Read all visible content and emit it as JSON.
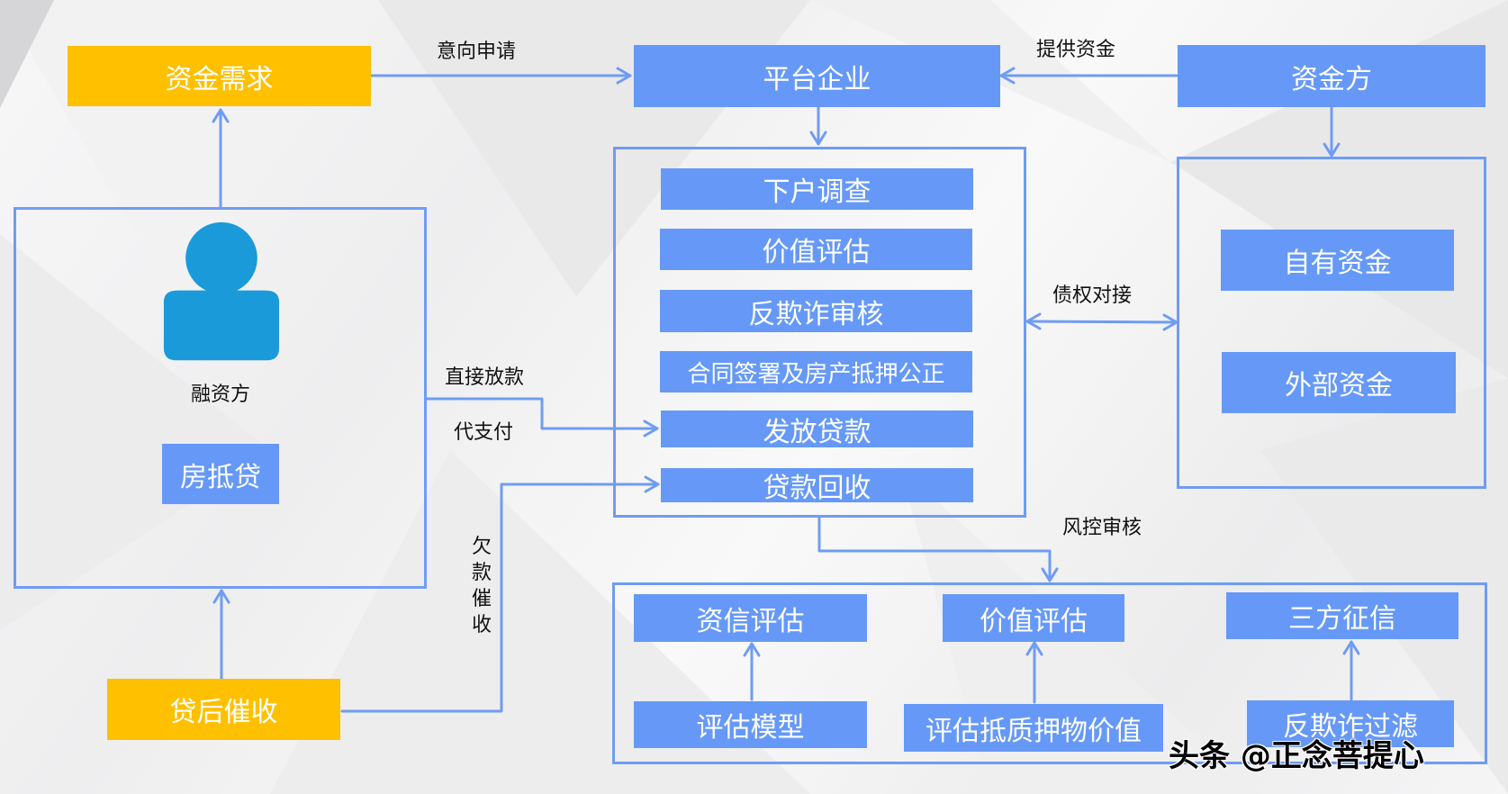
{
  "nodes": {
    "fund_demand": "资金需求",
    "platform": "平台企业",
    "funder": "资金方",
    "borrower_label": "融资方",
    "mortgage_loan": "房抵贷",
    "post_loan_collection": "贷后催收"
  },
  "platform_steps": [
    "下户调查",
    "价值评估",
    "反欺诈审核",
    "合同签署及房产抵押公正",
    "发放贷款",
    "贷款回收"
  ],
  "fund_sources": [
    "自有资金",
    "外部资金"
  ],
  "risk_control": {
    "top": [
      "资信评估",
      "价值评估",
      "三方征信"
    ],
    "bottom": [
      "评估模型",
      "评估抵质押物价值",
      "反欺诈过滤"
    ]
  },
  "edge_labels": {
    "intent_apply": "意向申请",
    "provide_funds": "提供资金",
    "debt_matching": "债权对接",
    "direct_lending": "直接放款",
    "proxy_payment": "代支付",
    "arrears_collection": "欠款催收",
    "risk_review": "风控审核"
  },
  "watermark": "头条 @正念菩提心",
  "colors": {
    "box_blue": "#6699f7",
    "box_gold": "#ffc000",
    "line_blue": "#6f9cf3",
    "person_icon": "#1a9ad9"
  }
}
